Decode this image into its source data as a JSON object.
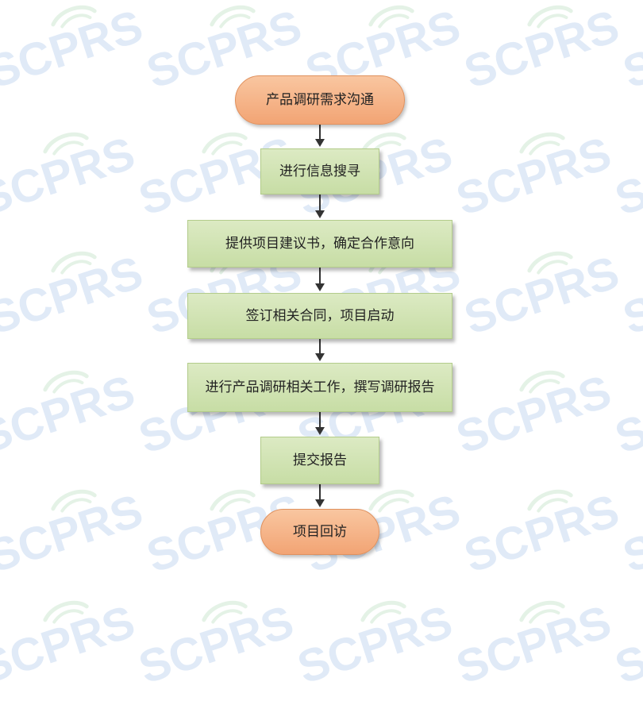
{
  "watermark": {
    "text": "SCPRS",
    "color": "#1a64c8"
  },
  "flowchart": {
    "nodes": [
      {
        "id": "n1",
        "shape": "terminal",
        "label": "产品调研需求沟通"
      },
      {
        "id": "n2",
        "shape": "process",
        "label": "进行信息搜寻"
      },
      {
        "id": "n3",
        "shape": "process",
        "label": "提供项目建议书，确定合作意向"
      },
      {
        "id": "n4",
        "shape": "process",
        "label": "签订相关合同，项目启动"
      },
      {
        "id": "n5",
        "shape": "process",
        "label": "进行产品调研相关工作，撰写调研报告"
      },
      {
        "id": "n6",
        "shape": "process",
        "label": "提交报告"
      },
      {
        "id": "n7",
        "shape": "terminal",
        "label": "项目回访"
      }
    ],
    "edges": [
      {
        "from": "n1",
        "to": "n2"
      },
      {
        "from": "n2",
        "to": "n3"
      },
      {
        "from": "n3",
        "to": "n4"
      },
      {
        "from": "n4",
        "to": "n5"
      },
      {
        "from": "n5",
        "to": "n6"
      },
      {
        "from": "n6",
        "to": "n7"
      }
    ],
    "colors": {
      "terminal_fill": "#f5b088",
      "process_fill": "#d3e4b6",
      "arrow": "#333333"
    }
  }
}
